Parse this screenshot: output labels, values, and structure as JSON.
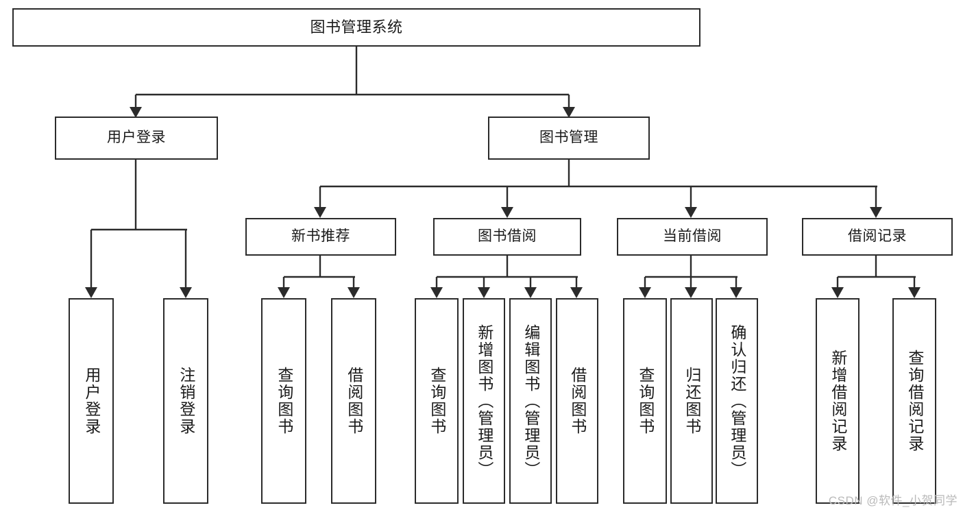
{
  "diagram": {
    "title": "图书管理系统",
    "type": "tree-hierarchy-chart",
    "watermark": "CSDN @软件_小贺同学",
    "root": {
      "label": "图书管理系统"
    },
    "level2": [
      {
        "label": "用户登录"
      },
      {
        "label": "图书管理"
      }
    ],
    "level3": [
      {
        "label": "新书推荐"
      },
      {
        "label": "图书借阅"
      },
      {
        "label": "当前借阅"
      },
      {
        "label": "借阅记录"
      }
    ],
    "leaves": {
      "user_login": [
        {
          "label": "用户登录"
        },
        {
          "label": "注销登录"
        }
      ],
      "new_book_recommend": [
        {
          "label": "查询图书"
        },
        {
          "label": "借阅图书"
        }
      ],
      "book_borrow": [
        {
          "label": "查询图书"
        },
        {
          "label": "新增图书（管理员）"
        },
        {
          "label": "编辑图书（管理员）"
        },
        {
          "label": "借阅图书"
        }
      ],
      "current_borrow": [
        {
          "label": "查询图书"
        },
        {
          "label": "归还图书"
        },
        {
          "label": "确认归还（管理员）"
        }
      ],
      "borrow_record": [
        {
          "label": "新增借阅记录"
        },
        {
          "label": "查询借阅记录"
        }
      ]
    },
    "colors": {
      "stroke": "#2b2b2b",
      "fill": "#ffffff",
      "text": "#1a1a1a",
      "watermark": "#b9b9b9"
    }
  }
}
